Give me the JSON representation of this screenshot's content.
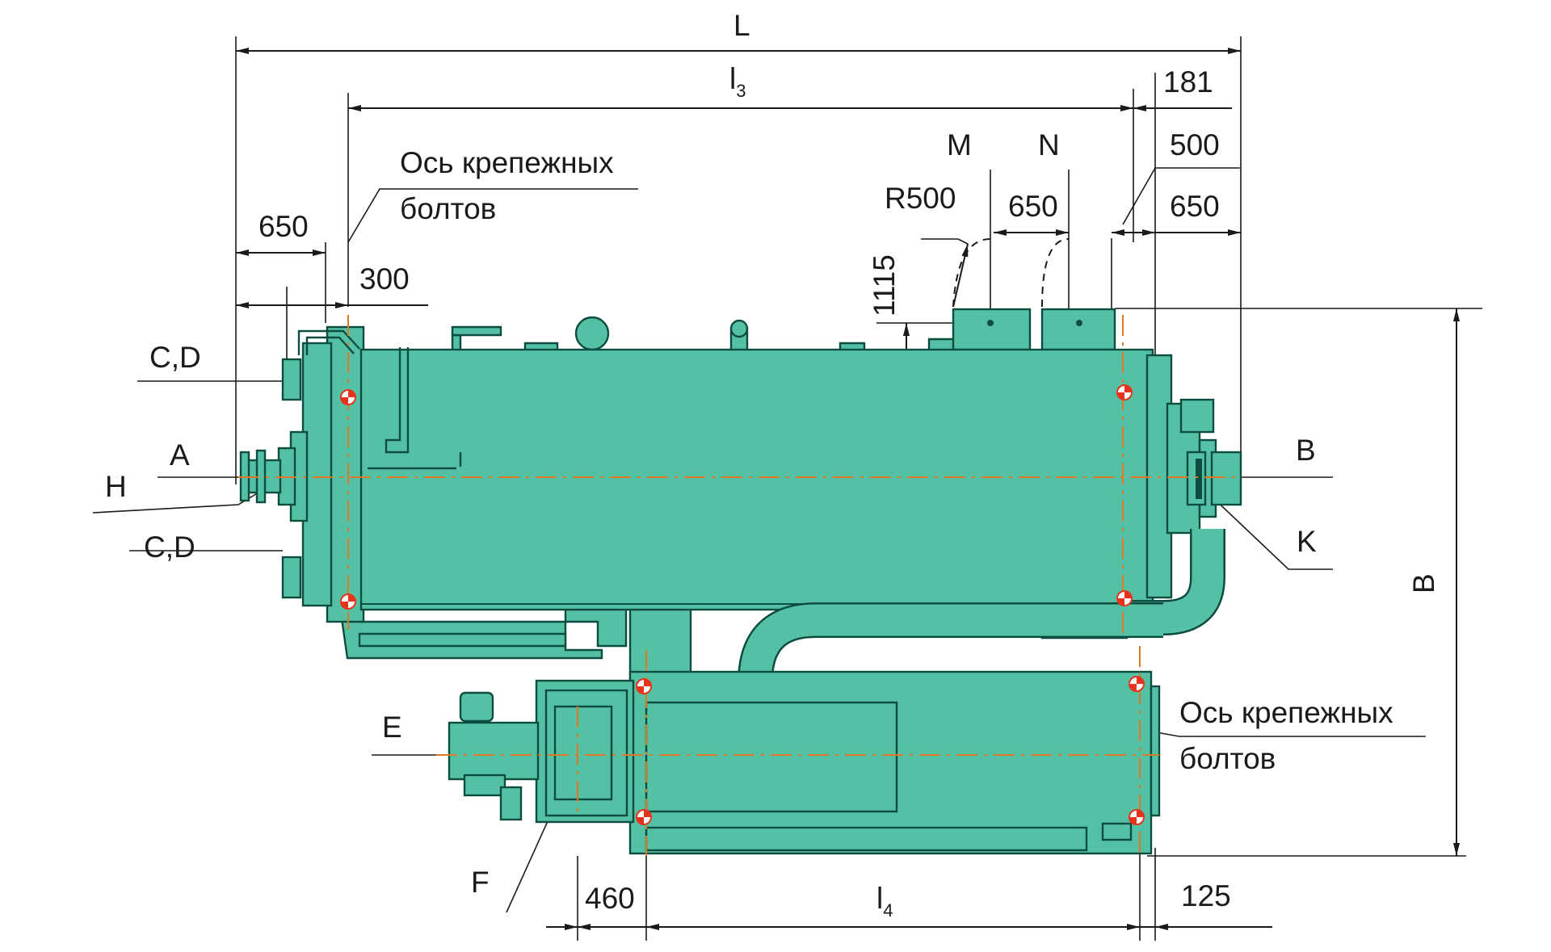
{
  "colors": {
    "equipment_fill": "#55c1a4",
    "equipment_outline": "#0d4d40",
    "axis_line": "#e07a22",
    "bolt_marker": "#e8331c",
    "dimension_line": "#1a1a1a"
  },
  "dimensions": {
    "overall_length": "L",
    "l3_base": "l",
    "l3_sub": "3",
    "l4_base": "l",
    "l4_sub": "4",
    "d181": "181",
    "d500": "500",
    "d650_top_mid": "650",
    "d650_top_right": "650",
    "d650_left": "650",
    "d300": "300",
    "r500": "R500",
    "d1115": "1115",
    "height_B": "B",
    "d460": "460",
    "d125": "125"
  },
  "connections": {
    "a": "A",
    "b": "B",
    "cd_upper": "C,D",
    "cd_lower": "C,D",
    "e": "E",
    "f": "F",
    "h": "H",
    "k": "K",
    "m": "M",
    "n": "N"
  },
  "notes": {
    "bolt_axis_top_line1": "Ось крепежных",
    "bolt_axis_top_line2": "болтов",
    "bolt_axis_right_line1": "Ось крепежных",
    "bolt_axis_right_line2": "болтов"
  }
}
